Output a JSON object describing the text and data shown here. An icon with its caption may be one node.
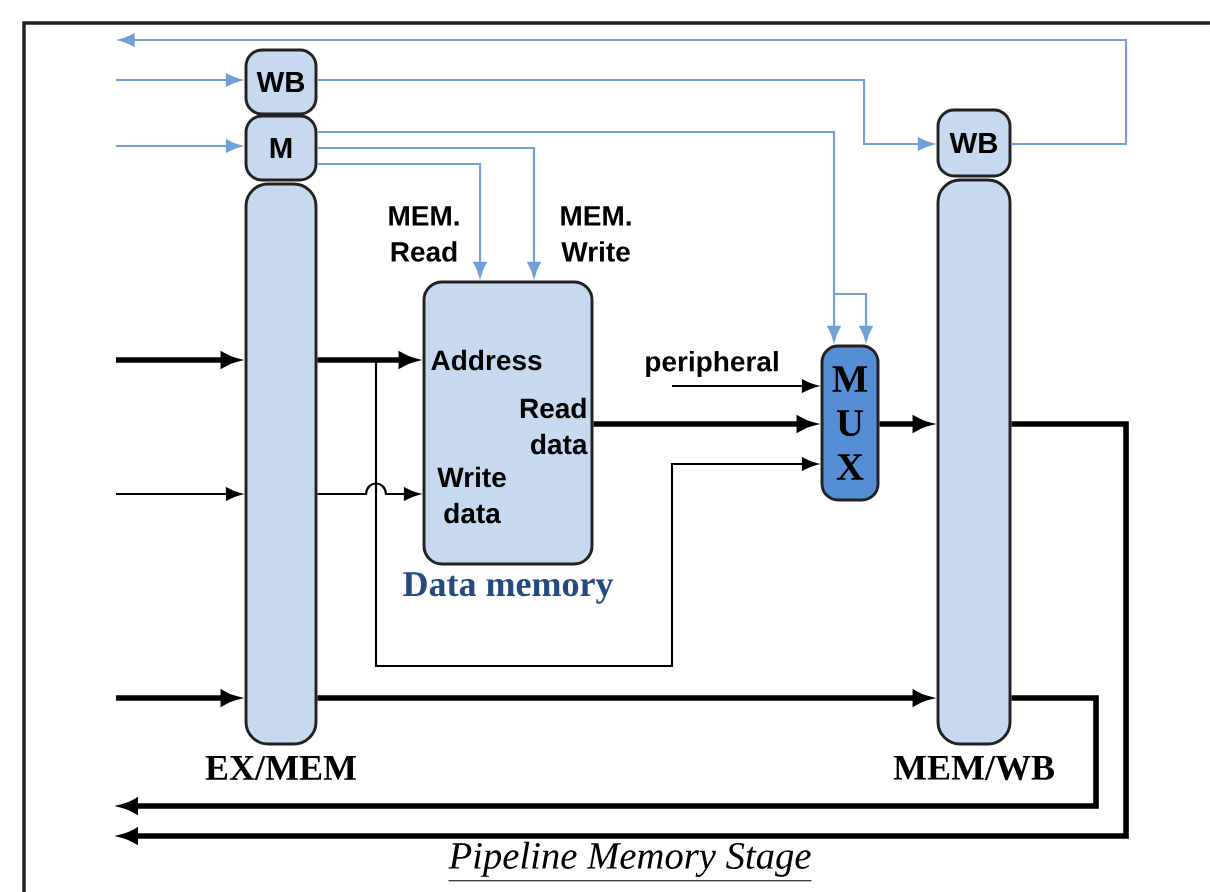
{
  "diagram": {
    "caption": "Pipeline Memory Stage",
    "nodes": [
      {
        "text": [
          "WB"
        ]
      },
      {
        "text": [
          "M"
        ]
      },
      {
        "text": [
          "EX/MEM"
        ]
      },
      {
        "text": [
          "Address",
          "Read data",
          "Write data",
          "Data memory"
        ]
      },
      {
        "text": [
          "M U X"
        ]
      },
      {
        "text": [
          "WB"
        ]
      },
      {
        "text": [
          "MEM/WB"
        ]
      }
    ],
    "edges": [
      {
        "from": 5,
        "to": null,
        "arrow": "to",
        "color": "#71a0d4"
      },
      {
        "from": null,
        "to": 0,
        "arrow": "to",
        "color": "#71a0d4"
      },
      {
        "from": null,
        "to": 1,
        "arrow": "to",
        "color": "#71a0d4"
      },
      {
        "from": 0,
        "to": 5,
        "arrow": "to",
        "color": "#71a0d4"
      },
      {
        "from": 1,
        "to": 4,
        "arrow": "to",
        "color": "#71a0d4"
      },
      {
        "from": 1,
        "to": 3,
        "arrow": "to",
        "label": "MEM. Read",
        "color": "#71a0d4"
      },
      {
        "from": 1,
        "to": 3,
        "arrow": "to",
        "label": "MEM. Write",
        "color": "#71a0d4"
      },
      {
        "from": null,
        "to": 2,
        "arrow": "to",
        "style": "thick"
      },
      {
        "from": null,
        "to": 2,
        "arrow": "to"
      },
      {
        "from": null,
        "to": 2,
        "arrow": "to",
        "style": "thick"
      },
      {
        "from": 2,
        "to": 3,
        "arrow": "to",
        "style": "thick"
      },
      {
        "from": 2,
        "to": 4,
        "arrow": "to"
      },
      {
        "from": 2,
        "to": 3,
        "arrow": "to"
      },
      {
        "from": 3,
        "to": 4,
        "arrow": "to",
        "style": "thick"
      },
      {
        "from": null,
        "to": 4,
        "arrow": "to",
        "label": "peripheral"
      },
      {
        "from": 4,
        "to": 6,
        "arrow": "to",
        "style": "thick"
      },
      {
        "from": 2,
        "to": 6,
        "arrow": "to",
        "style": "thick"
      },
      {
        "from": 6,
        "to": null,
        "arrow": "to",
        "style": "thick"
      },
      {
        "from": 6,
        "to": null,
        "arrow": "to",
        "style": "thick"
      }
    ]
  }
}
